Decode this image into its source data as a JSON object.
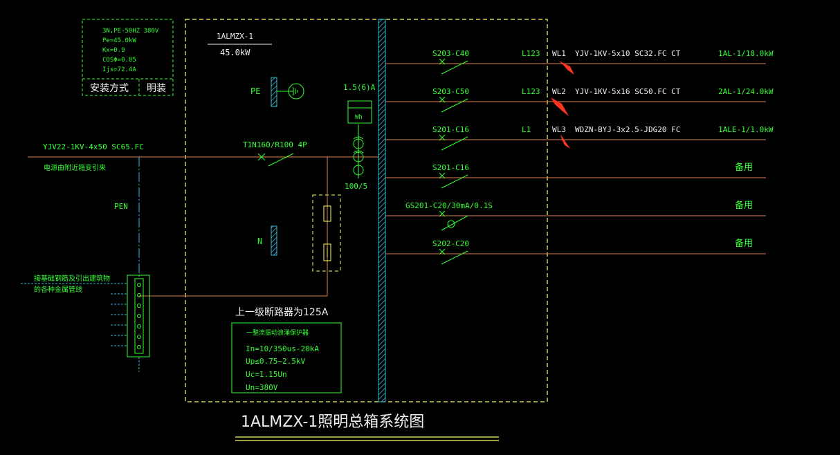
{
  "colors": {
    "background": "#000000",
    "box": "#ffff66",
    "busbar": "#33bbdd",
    "wire": "#e08050",
    "text_green": "#33ff33",
    "text_white": "#f0f0f0",
    "dashed_blue": "#33bbdd",
    "arrow": "#ff3322"
  },
  "spec_box": {
    "lines": [
      "3N,PE-50HZ 380V",
      "Pe=45.0kW",
      "Kx=0.9",
      "COSΦ=0.85",
      "Ijs=72.4A"
    ],
    "install_label": "安装方式",
    "install_value": "明装"
  },
  "panel": {
    "name": "1ALMZX-1",
    "power": "45.0kW",
    "pe_label": "PE",
    "n_label": "N",
    "meter_rating": "1.5(6)A",
    "meter_symbol": "Wh",
    "ct_ratio": "100/5",
    "main_breaker": "T1N160/R100 4P",
    "upstream_note": "上一级断路器为125A"
  },
  "incoming": {
    "cable": "YJV22-1KV-4x50  SC65.FC",
    "note": "电源由附近箱变引来",
    "pen_label": "PEN",
    "ground_note_line1": "接基础钢筋及引出建筑物",
    "ground_note_line2": "的各种金属管线"
  },
  "spd": {
    "title": "一整流振动浪涌保护器",
    "lines": [
      "In=10/350us-20kA",
      "Up≤0.75~2.5kV",
      "Uc=1.15Un",
      "Un=380V"
    ]
  },
  "circuits": [
    {
      "breaker": "S203-C40",
      "phase": "L123",
      "wl": "WL1",
      "cable": "YJV-1KV-5x10  SC32.FC CT",
      "load": "1AL-1/18.0kW"
    },
    {
      "breaker": "S203-C50",
      "phase": "L123",
      "wl": "WL2",
      "cable": "YJV-1KV-5x16  SC50.FC CT",
      "load": "2AL-1/24.0kW"
    },
    {
      "breaker": "S201-C16",
      "phase": "L1",
      "wl": "WL3",
      "cable": "WDZN-BYJ-3x2.5-JDG20 FC",
      "load": "1ALE-1/1.0kW"
    },
    {
      "breaker": "S201-C16",
      "phase": "",
      "wl": "",
      "cable": "",
      "load": "备用"
    },
    {
      "breaker": "GS201-C20/30mA/0.1S",
      "phase": "",
      "wl": "",
      "cable": "",
      "load": "备用"
    },
    {
      "breaker": "S202-C20",
      "phase": "",
      "wl": "",
      "cable": "",
      "load": "备用"
    }
  ],
  "title": "1ALMZX-1照明总箱系统图"
}
